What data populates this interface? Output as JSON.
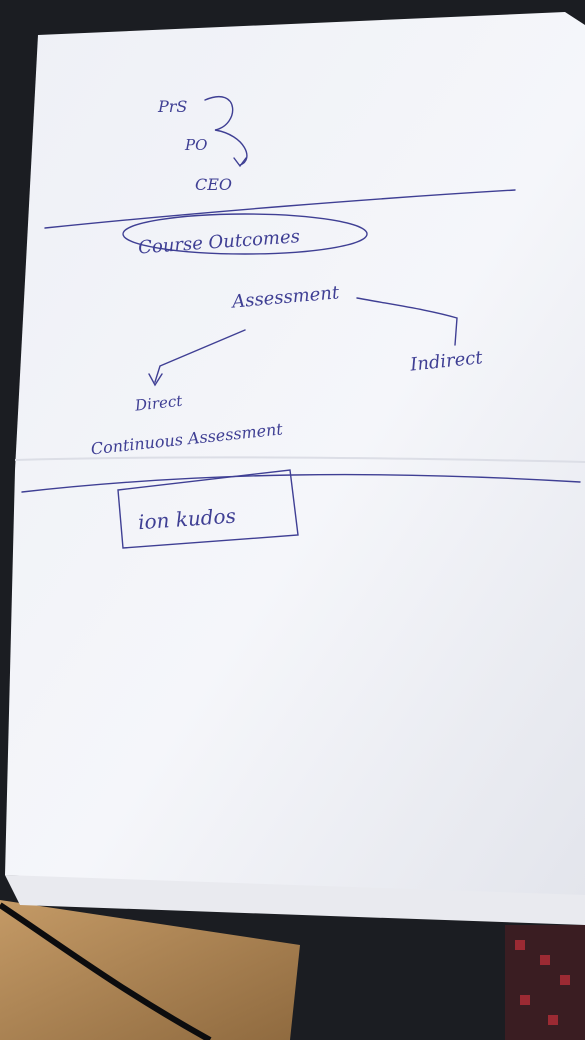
{
  "photo": {
    "ink_color": "#3f3f94",
    "paper_color": "#f3f4f8",
    "desk_color": "#b88f5c",
    "background_color": "#1b1d22"
  },
  "notes": {
    "top_lines": [
      "PrS",
      "PO",
      "CEO"
    ],
    "heading_1": "Course Outcomes",
    "node_root": "Assessment",
    "node_right": "Indirect",
    "node_left_line1": "Direct",
    "node_left_line2": "Continuous Assessment",
    "heading_2": "ion kudos"
  }
}
